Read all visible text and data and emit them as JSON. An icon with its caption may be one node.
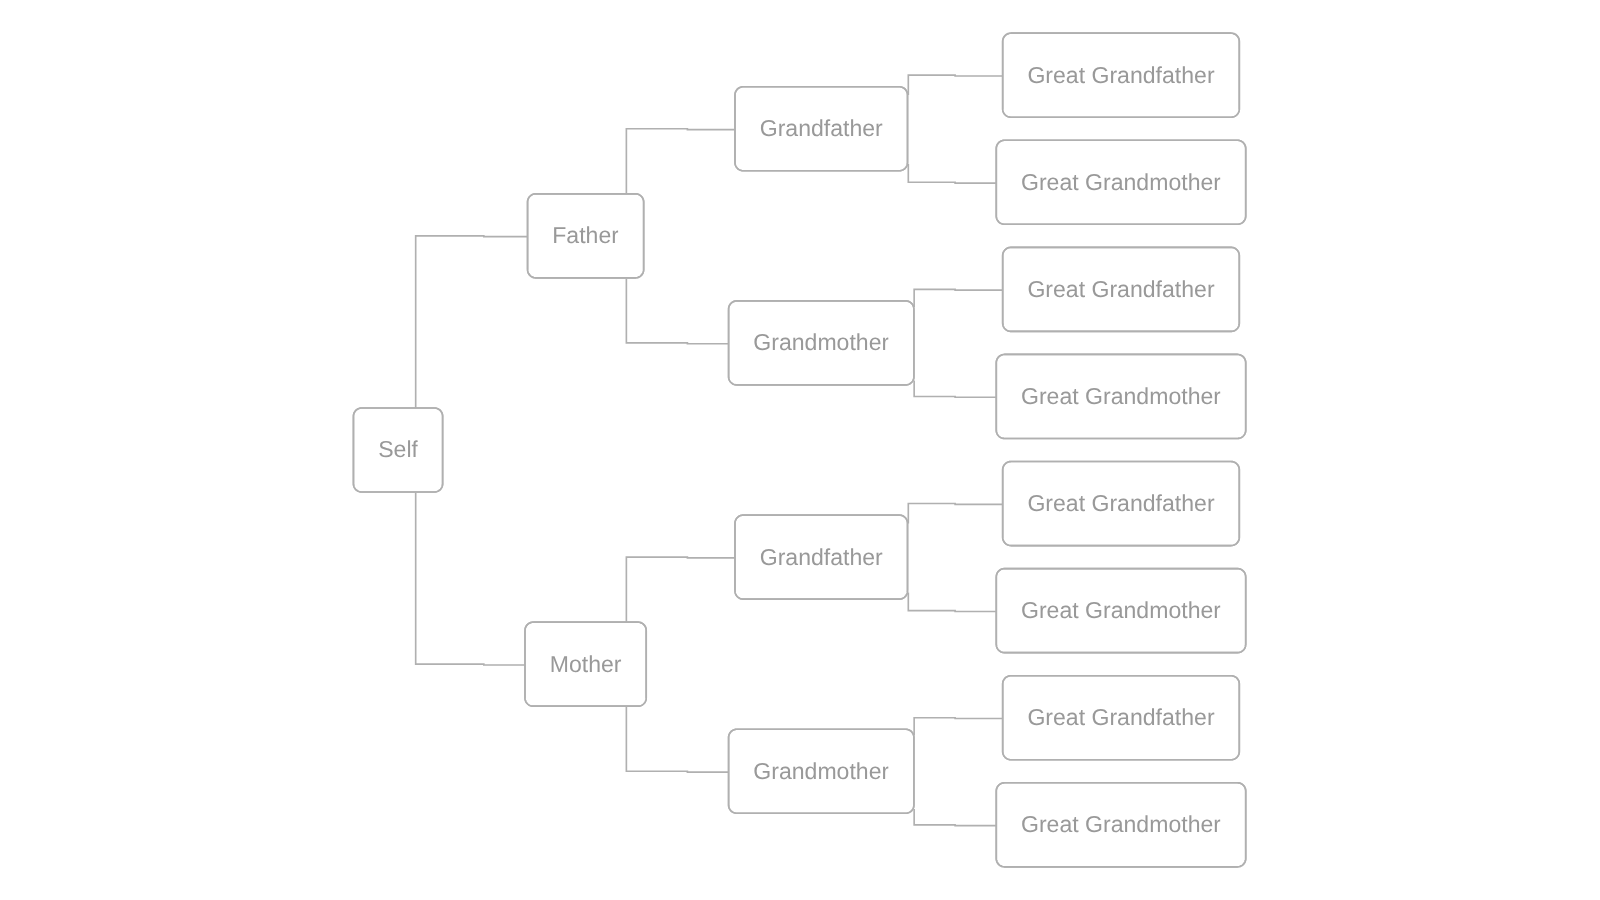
{
  "diagram": {
    "nodes": [
      {
        "text": [
          "Self"
        ]
      },
      {
        "text": [
          "Father"
        ]
      },
      {
        "text": [
          "Grandfather"
        ]
      },
      {
        "text": [
          "Great Grandfather"
        ]
      },
      {
        "text": [
          "Great Grandmother"
        ]
      },
      {
        "text": [
          "Grandmother"
        ]
      },
      {
        "text": [
          "Great Grandfather"
        ]
      },
      {
        "text": [
          "Great Grandmother"
        ]
      },
      {
        "text": [
          "Mother"
        ]
      },
      {
        "text": [
          "Grandfather"
        ]
      },
      {
        "text": [
          "Great Grandfather"
        ]
      },
      {
        "text": [
          "Great Grandmother"
        ]
      },
      {
        "text": [
          "Grandmother"
        ]
      },
      {
        "text": [
          "Great Grandfather"
        ]
      },
      {
        "text": [
          "Great Grandmother"
        ]
      }
    ],
    "edges": [
      {
        "from": 0,
        "to": 1,
        "arrow": "none"
      },
      {
        "from": 0,
        "to": 8,
        "arrow": "none"
      },
      {
        "from": 1,
        "to": 2,
        "arrow": "none"
      },
      {
        "from": 1,
        "to": 5,
        "arrow": "none"
      },
      {
        "from": 2,
        "to": 3,
        "arrow": "none"
      },
      {
        "from": 2,
        "to": 4,
        "arrow": "none"
      },
      {
        "from": 5,
        "to": 6,
        "arrow": "none"
      },
      {
        "from": 5,
        "to": 7,
        "arrow": "none"
      },
      {
        "from": 8,
        "to": 9,
        "arrow": "none"
      },
      {
        "from": 8,
        "to": 12,
        "arrow": "none"
      },
      {
        "from": 9,
        "to": 10,
        "arrow": "none"
      },
      {
        "from": 9,
        "to": 11,
        "arrow": "none"
      },
      {
        "from": 12,
        "to": 13,
        "arrow": "none"
      },
      {
        "from": 12,
        "to": 14,
        "arrow": "none"
      }
    ]
  }
}
